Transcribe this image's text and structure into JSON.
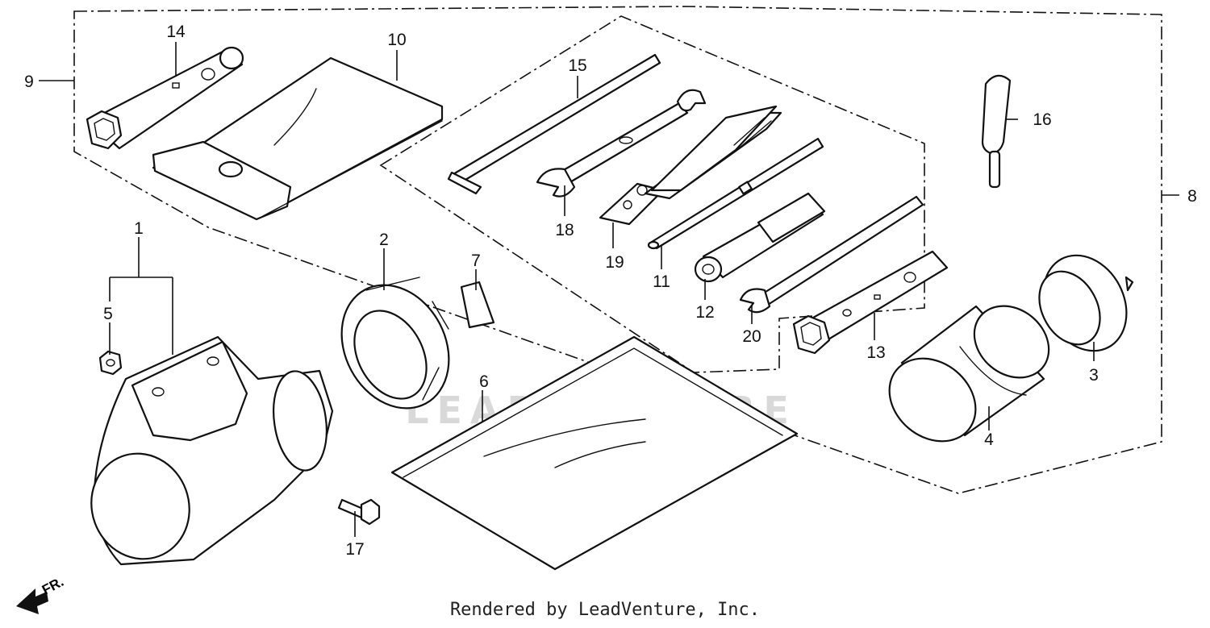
{
  "watermark": "LEADVENTURE",
  "credit": "Rendered by LeadVenture, Inc.",
  "direction_marker": "FR.",
  "callouts": {
    "c1": "1",
    "c2": "2",
    "c3": "3",
    "c4": "4",
    "c5": "5",
    "c6": "6",
    "c7": "7",
    "c8": "8",
    "c9": "9",
    "c10": "10",
    "c11": "11",
    "c12": "12",
    "c13": "13",
    "c14": "14",
    "c15": "15",
    "c16": "16",
    "c17": "17",
    "c18": "18",
    "c19": "19",
    "c20": "20"
  }
}
